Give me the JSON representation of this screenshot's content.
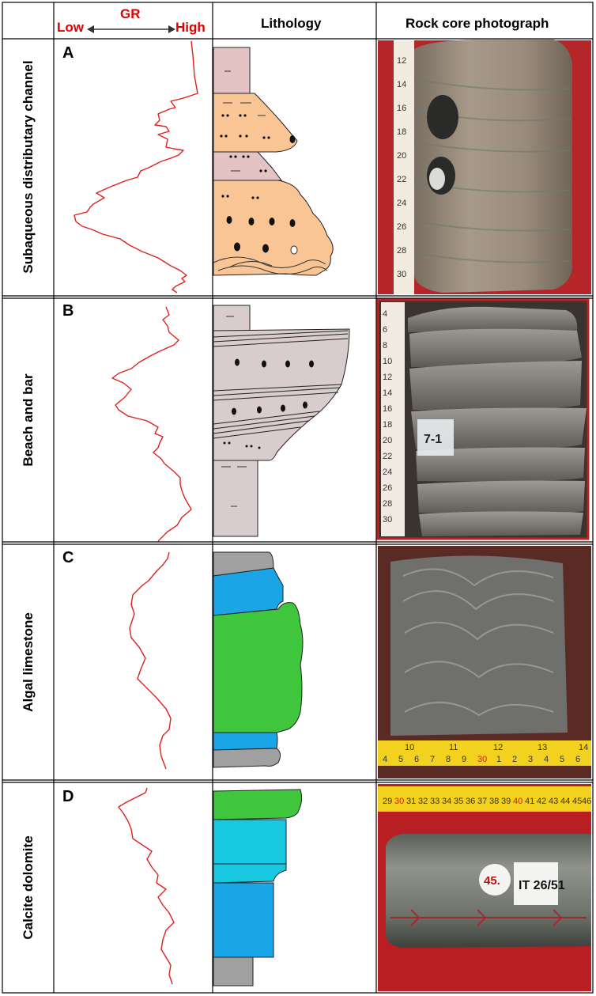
{
  "header": {
    "gr_low": "Low",
    "gr_title": "GR",
    "gr_high": "High",
    "lithology": "Lithology",
    "photo": "Rock core photograph"
  },
  "rows": [
    {
      "letter": "A",
      "facies": "Subaqueous distributary channel"
    },
    {
      "letter": "B",
      "facies": "Beach and bar"
    },
    {
      "letter": "C",
      "facies": "Algal limestone"
    },
    {
      "letter": "D",
      "facies": "Calcite dolomite"
    }
  ],
  "photos": {
    "a_marks": [
      "12",
      "14",
      "16",
      "18",
      "20",
      "22",
      "24",
      "26",
      "28",
      "30"
    ],
    "b_marks": [
      "4",
      "6",
      "8",
      "10",
      "12",
      "14",
      "16",
      "18",
      "20",
      "22",
      "24",
      "26",
      "28",
      "30"
    ],
    "b_tag": "7-1",
    "c_top": [
      "10",
      "11",
      "12",
      "13",
      "14"
    ],
    "c_bottom": [
      "4",
      "5",
      "6",
      "7",
      "8",
      "9",
      "30",
      "1",
      "2",
      "3",
      "4",
      "5",
      "6"
    ],
    "d_marks": [
      "29",
      "30",
      "31",
      "32",
      "33",
      "34",
      "35",
      "36",
      "37",
      "38",
      "39",
      "40",
      "41",
      "42",
      "43",
      "44",
      "45",
      "46"
    ],
    "d_tag1": "45.",
    "d_tag2": "IT 26/51"
  },
  "colors": {
    "gr_curve": "#e02020",
    "sandstone": "#f9c595",
    "mudstone": "#e3c3c3",
    "siltstone": "#d8cccc",
    "algal": "#3fc63c",
    "dolomite_light": "#18c8e0",
    "dolomite_blue": "#1aa6e6",
    "grey_rock": "#a0a0a0",
    "core_red": "#c0282a"
  }
}
